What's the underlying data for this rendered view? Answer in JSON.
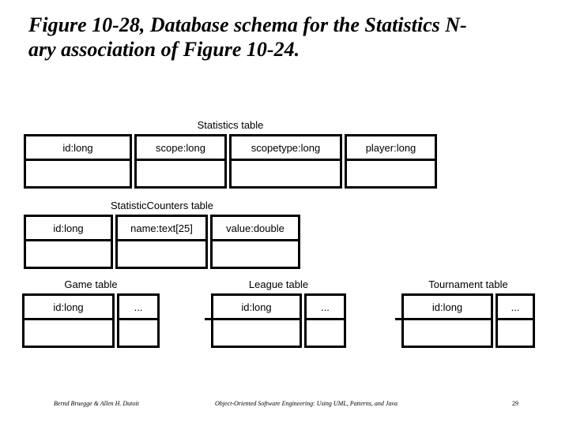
{
  "slide": {
    "title_line1": "Figure 10-28, Database schema for the Statistics N-",
    "title_line2": "ary association of Figure 10-24."
  },
  "tables": {
    "statistics": {
      "label": "Statistics table",
      "columns": [
        "id:long",
        "scope:long",
        "scopetype:long",
        "player:long"
      ]
    },
    "statistic_counters": {
      "label": "StatisticCounters table",
      "columns": [
        "id:long",
        "name:text[25]",
        "value:double"
      ]
    },
    "game": {
      "label": "Game table",
      "columns": [
        "id:long",
        "..."
      ]
    },
    "league": {
      "label": "League table",
      "columns": [
        "id:long",
        "..."
      ]
    },
    "tournament": {
      "label": "Tournament table",
      "columns": [
        "id:long",
        "..."
      ]
    }
  },
  "footer": {
    "authors": "Bernd Bruegge & Allen H. Dutoit",
    "book_title": "Object-Oriented Software Engineering: Using UML, Patterns, and Java",
    "page_number": "29"
  },
  "colors": {
    "background": "#ffffff",
    "text": "#000000",
    "table_border": "#000000"
  }
}
